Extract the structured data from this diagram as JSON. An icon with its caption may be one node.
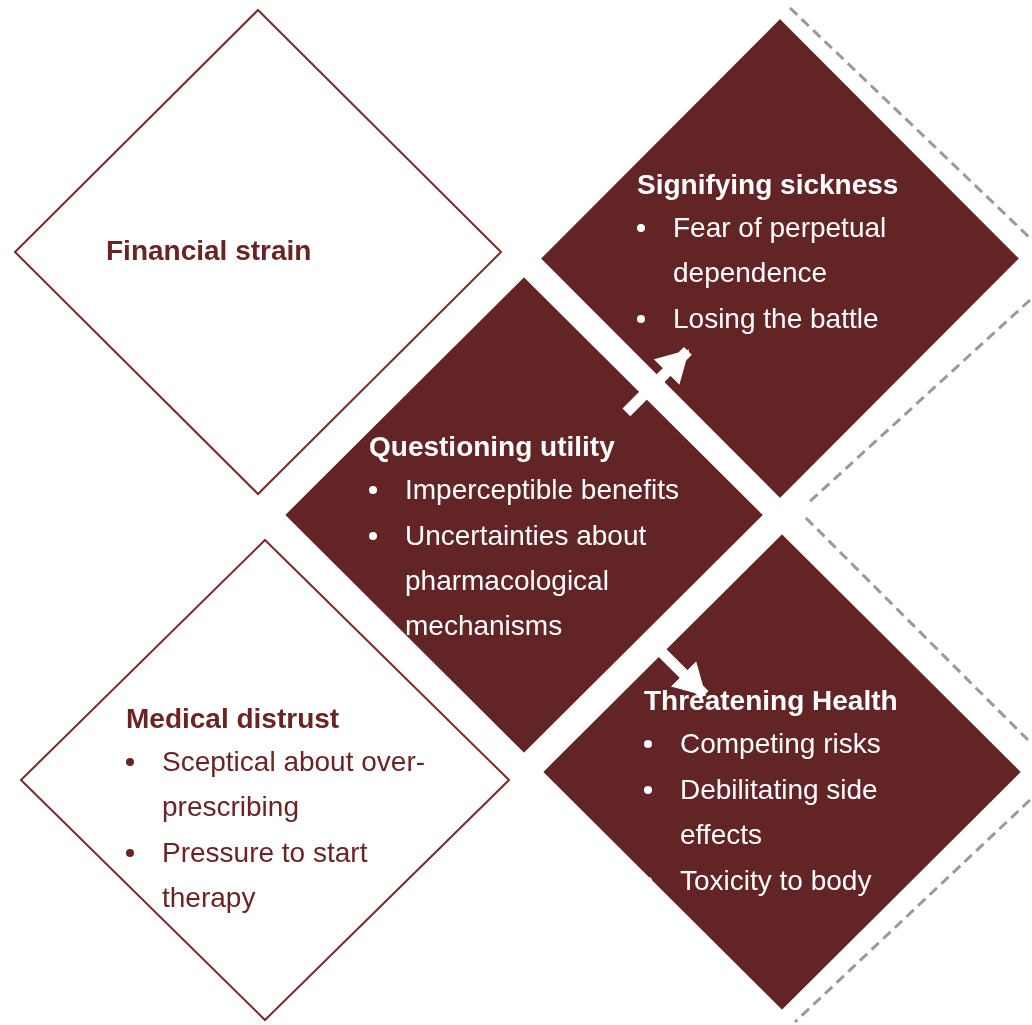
{
  "diagram": {
    "nodes": [
      {
        "text": [
          "Financial strain"
        ]
      },
      {
        "text": [
          "Medical distrust",
          "Sceptical about over-prescribing",
          "Pressure to start therapy"
        ]
      },
      {
        "text": [
          "Questioning utility",
          "Imperceptible benefits",
          "Uncertainties about pharmacological mechanisms"
        ]
      },
      {
        "text": [
          "Signifying sickness",
          "Fear of perpetual dependence",
          "Losing the battle"
        ]
      },
      {
        "text": [
          "Threatening Health",
          "Competing risks",
          "Debilitating side effects",
          "Toxicity to body"
        ]
      }
    ],
    "edges": [
      {
        "from": 2,
        "to": 3,
        "arrow": "to"
      },
      {
        "from": 2,
        "to": 4,
        "arrow": "to"
      }
    ]
  }
}
